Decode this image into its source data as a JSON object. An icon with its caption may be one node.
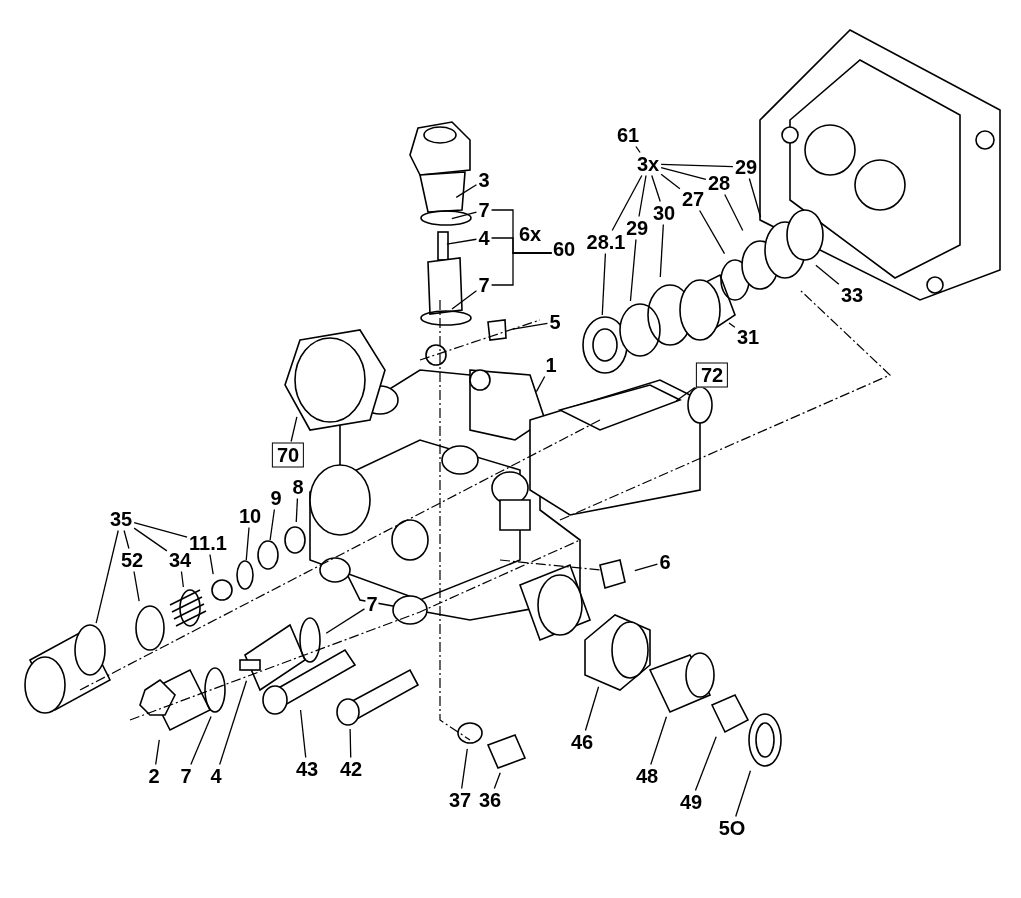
{
  "diagram": {
    "nodes": [
      {
        "text": [
          "3"
        ]
      },
      {
        "text": [
          "7"
        ]
      },
      {
        "text": [
          "4"
        ]
      },
      {
        "text": [
          "7"
        ]
      },
      {
        "text": [
          "60"
        ]
      },
      {
        "text": [
          "5"
        ]
      },
      {
        "text": [
          "1"
        ]
      },
      {
        "text": [
          "72"
        ]
      },
      {
        "text": [
          "70"
        ]
      },
      {
        "text": [
          "61"
        ]
      },
      {
        "text": [
          "3x"
        ]
      },
      {
        "text": [
          "29"
        ]
      },
      {
        "text": [
          "28"
        ]
      },
      {
        "text": [
          "27"
        ]
      },
      {
        "text": [
          "30"
        ]
      },
      {
        "text": [
          "29"
        ]
      },
      {
        "text": [
          "28.1"
        ]
      },
      {
        "text": [
          "31"
        ]
      },
      {
        "text": [
          "33"
        ]
      },
      {
        "text": [
          "35"
        ]
      },
      {
        "text": [
          "52"
        ]
      },
      {
        "text": [
          "34"
        ]
      },
      {
        "text": [
          "11.1"
        ]
      },
      {
        "text": [
          "10"
        ]
      },
      {
        "text": [
          "9"
        ]
      },
      {
        "text": [
          "8"
        ]
      },
      {
        "text": [
          "6"
        ]
      },
      {
        "text": [
          "7"
        ]
      },
      {
        "text": [
          "2"
        ]
      },
      {
        "text": [
          "7"
        ]
      },
      {
        "text": [
          "4"
        ]
      },
      {
        "text": [
          "43"
        ]
      },
      {
        "text": [
          "42"
        ]
      },
      {
        "text": [
          "37"
        ]
      },
      {
        "text": [
          "36"
        ]
      },
      {
        "text": [
          "46"
        ]
      },
      {
        "text": [
          "48"
        ]
      },
      {
        "text": [
          "49"
        ]
      },
      {
        "text": [
          "5O"
        ]
      },
      {
        "text": [],
        "shape": "circle"
      },
      {
        "text": [],
        "shape": "circle"
      }
    ],
    "edges": [
      {
        "from": 0,
        "to": null,
        "arrow": "none"
      },
      {
        "from": 1,
        "to": null,
        "arrow": "none"
      },
      {
        "from": 2,
        "to": null,
        "arrow": "none"
      },
      {
        "from": 3,
        "to": null,
        "arrow": "none"
      },
      {
        "from": 4,
        "to": 1,
        "arrow": "none"
      },
      {
        "from": 4,
        "to": 2,
        "arrow": "none"
      },
      {
        "from": 4,
        "to": 3,
        "arrow": "none"
      },
      {
        "from": 5,
        "to": null,
        "arrow": "none"
      },
      {
        "from": 6,
        "to": null,
        "arrow": "none"
      },
      {
        "from": 7,
        "to": null,
        "arrow": "none"
      },
      {
        "from": 8,
        "to": null,
        "arrow": "none"
      },
      {
        "from": 9,
        "to": 10,
        "arrow": "none"
      },
      {
        "from": 10,
        "to": 16,
        "arrow": "none"
      },
      {
        "from": 10,
        "to": 15,
        "arrow": "none"
      },
      {
        "from": 10,
        "to": 14,
        "arrow": "none"
      },
      {
        "from": 10,
        "to": 13,
        "arrow": "none"
      },
      {
        "from": 10,
        "to": 12,
        "arrow": "none"
      },
      {
        "from": 10,
        "to": 11,
        "arrow": "none"
      },
      {
        "from": 11,
        "to": null,
        "arrow": "none"
      },
      {
        "from": 12,
        "to": null,
        "arrow": "none"
      },
      {
        "from": 13,
        "to": null,
        "arrow": "none"
      },
      {
        "from": 14,
        "to": null,
        "arrow": "none"
      },
      {
        "from": 15,
        "to": null,
        "arrow": "none"
      },
      {
        "from": 16,
        "to": null,
        "arrow": "none"
      },
      {
        "from": 17,
        "to": null,
        "arrow": "none"
      },
      {
        "from": 18,
        "to": null,
        "arrow": "none"
      },
      {
        "from": 19,
        "to": null,
        "arrow": "none"
      },
      {
        "from": 19,
        "to": 20,
        "arrow": "none"
      },
      {
        "from": 19,
        "to": 21,
        "arrow": "none"
      },
      {
        "from": 19,
        "to": 22,
        "arrow": "none"
      },
      {
        "from": 20,
        "to": null,
        "arrow": "none"
      },
      {
        "from": 21,
        "to": null,
        "arrow": "none"
      },
      {
        "from": 22,
        "to": null,
        "arrow": "none"
      },
      {
        "from": 23,
        "to": 39,
        "arrow": "none"
      },
      {
        "from": 24,
        "to": 40,
        "arrow": "none"
      },
      {
        "from": 25,
        "to": null,
        "arrow": "none"
      },
      {
        "from": 26,
        "to": null,
        "arrow": "none"
      },
      {
        "from": 27,
        "to": null,
        "arrow": "none"
      },
      {
        "from": 28,
        "to": null,
        "arrow": "none"
      },
      {
        "from": 29,
        "to": null,
        "arrow": "none"
      },
      {
        "from": 30,
        "to": null,
        "arrow": "none"
      },
      {
        "from": 31,
        "to": null,
        "arrow": "none"
      },
      {
        "from": 32,
        "to": null,
        "arrow": "none"
      },
      {
        "from": 33,
        "to": null,
        "arrow": "none"
      },
      {
        "from": 34,
        "to": null,
        "arrow": "none"
      },
      {
        "from": 35,
        "to": null,
        "arrow": "none"
      },
      {
        "from": 36,
        "to": null,
        "arrow": "none"
      },
      {
        "from": 37,
        "to": null,
        "arrow": "none"
      },
      {
        "from": 38,
        "to": null,
        "arrow": "none"
      }
    ],
    "labels": [
      "6x"
    ]
  }
}
